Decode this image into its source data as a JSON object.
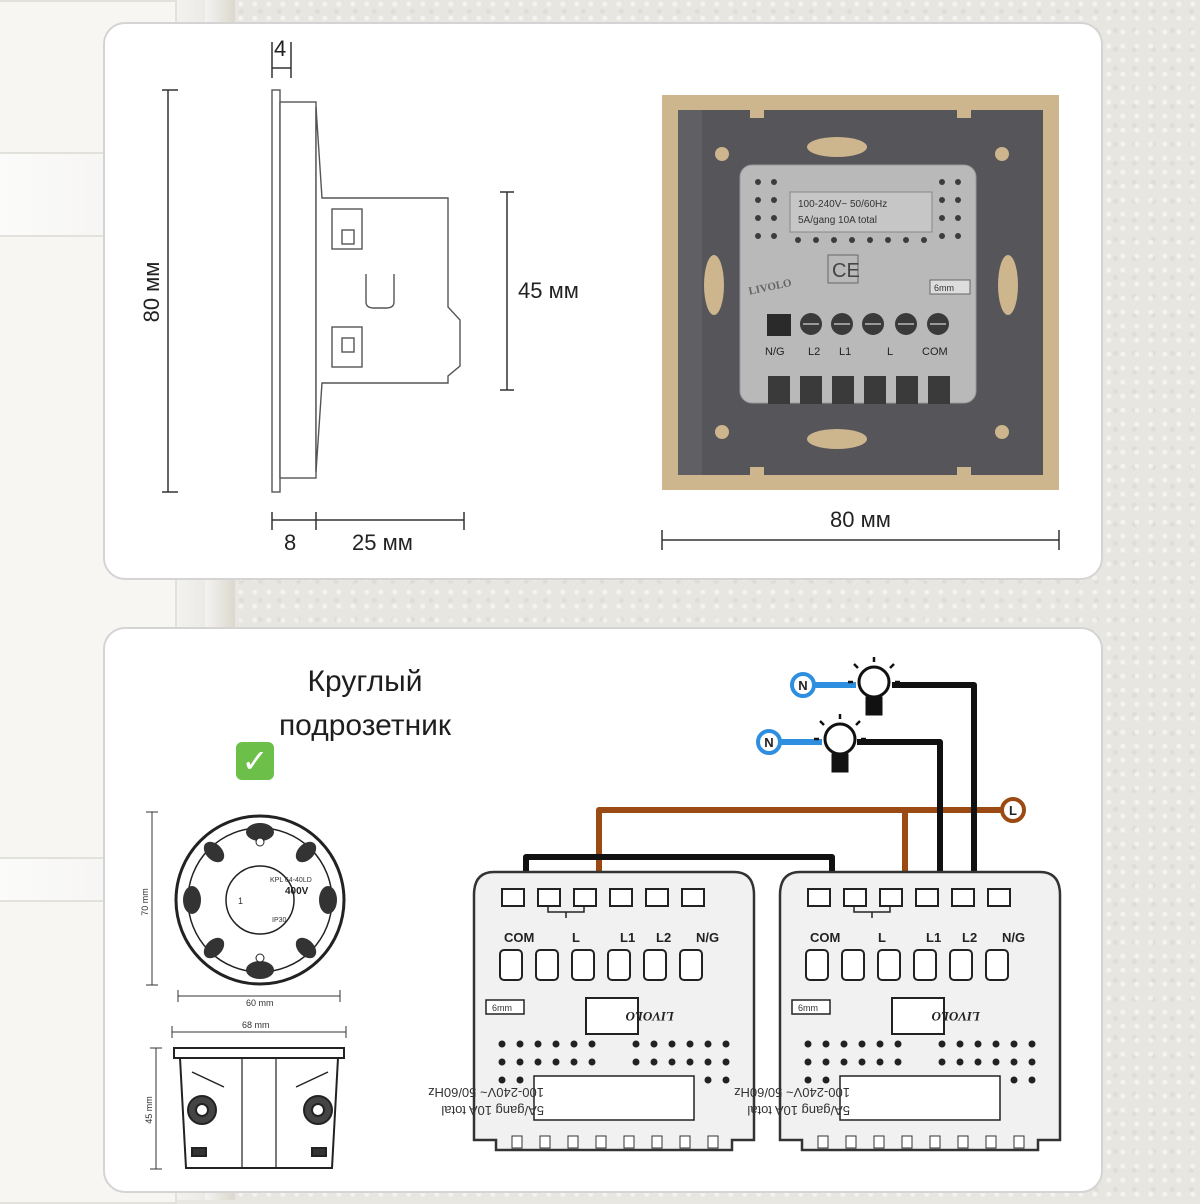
{
  "top_panel": {
    "dims": {
      "depth_plate": "4",
      "height": "80 мм",
      "module_height": "45 мм",
      "plate_depth": "8",
      "module_depth": "25 мм",
      "width": "80 мм"
    },
    "module_label": {
      "line1": "100-240V~  50/60Hz",
      "line2": "5A/gang 10A total",
      "brand": "LIVOLO",
      "ce": "CE",
      "strip": "6mm",
      "terminals": [
        "N/G",
        "L2",
        "L1",
        "L",
        "COM"
      ]
    },
    "colors": {
      "frame": "#cdb58e",
      "plate": "#55555a",
      "module": "#b9b9b9"
    }
  },
  "bottom_panel": {
    "title_line1": "Круглый",
    "title_line2": "подрозетник",
    "check_icon": "✓",
    "box": {
      "height_top": "70 mm",
      "inner_width": "60 mm",
      "outer_width": "68 mm",
      "depth": "45 mm",
      "marking1": "KPL 64-40LD",
      "marking2": "400V",
      "marking3": "IP30",
      "marking4": "1"
    },
    "wiring": {
      "neutral": "N",
      "live": "L",
      "switch_label_line1": "100-240V~ 50/60Hz",
      "switch_label_line2": "5A/gang 10A total",
      "brand": "LIVOLO",
      "strip": "6mm",
      "terminals": [
        "COM",
        "L",
        "L1",
        "L2",
        "N/G"
      ]
    },
    "colors": {
      "live_wire": "#9a4a12",
      "switch_wire": "#111111",
      "neutral_wire": "#2e8fe0"
    }
  }
}
